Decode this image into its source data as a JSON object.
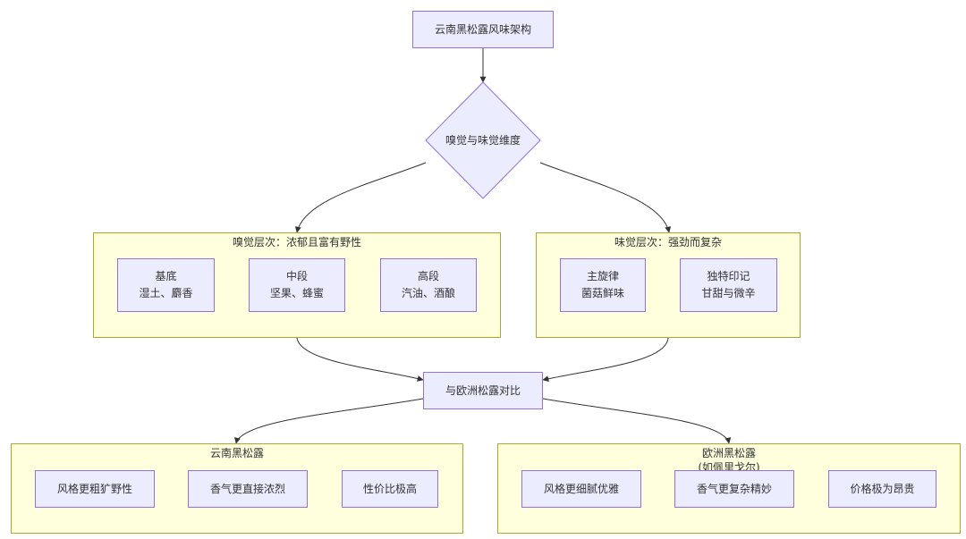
{
  "diagram": {
    "root": "云南黑松露风味架构",
    "decision": "嗅觉与味觉维度",
    "smell_group": {
      "title": "嗅觉层次：浓郁且富有野性",
      "nodes": [
        {
          "line1": "基底",
          "line2": "湿土、麝香"
        },
        {
          "line1": "中段",
          "line2": "坚果、蜂蜜"
        },
        {
          "line1": "高段",
          "line2": "汽油、酒酿"
        }
      ]
    },
    "taste_group": {
      "title": "味觉层次：强劲而复杂",
      "nodes": [
        {
          "line1": "主旋律",
          "line2": "菌菇鲜味"
        },
        {
          "line1": "独特印记",
          "line2": "甘甜与微辛"
        }
      ]
    },
    "compare": "与欧洲松露对比",
    "yunnan_group": {
      "title": "云南黑松露",
      "nodes": [
        "风格更粗犷野性",
        "香气更直接浓烈",
        "性价比极高"
      ]
    },
    "europe_group": {
      "title_line1": "欧洲黑松露",
      "title_line2": "(如佩里戈尔)",
      "nodes": [
        "风格更细腻优雅",
        "香气更复杂精妙",
        "价格极为昂贵"
      ]
    }
  }
}
